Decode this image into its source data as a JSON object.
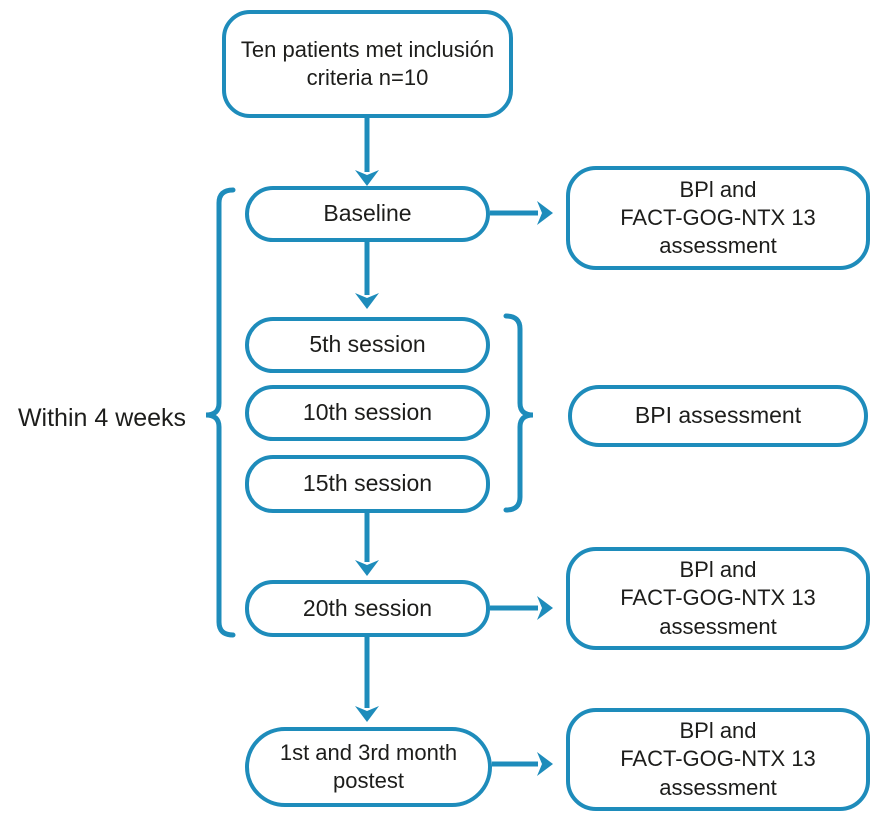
{
  "theme": {
    "accent_color": "#1e8cbb",
    "text_color": "#1d1d1b",
    "background_color": "#ffffff"
  },
  "flowchart": {
    "nodes": {
      "inclusion": {
        "lines": [
          "Ten patients met inclusión",
          "criteria n=10"
        ]
      },
      "baseline": {
        "label": "Baseline"
      },
      "session5": {
        "label": "5th session"
      },
      "session10": {
        "label": "10th session"
      },
      "session15": {
        "label": "15th session"
      },
      "session20": {
        "label": "20th session"
      },
      "postest": {
        "lines": [
          "1st and 3rd month",
          "postest"
        ]
      },
      "bpi_assessment": {
        "label": "BPI assessment"
      },
      "assessment_after_baseline": {
        "lines": [
          "BPl and",
          "FACT-GOG-NTX 13",
          "assessment"
        ]
      },
      "assessment_after_session20": {
        "lines": [
          "BPl and",
          "FACT-GOG-NTX 13",
          "assessment"
        ]
      },
      "assessment_after_postest": {
        "lines": [
          "BPl and",
          "FACT-GOG-NTX 13",
          "assessment"
        ]
      }
    },
    "annotations": {
      "within_4_weeks": "Within 4 weeks"
    }
  }
}
